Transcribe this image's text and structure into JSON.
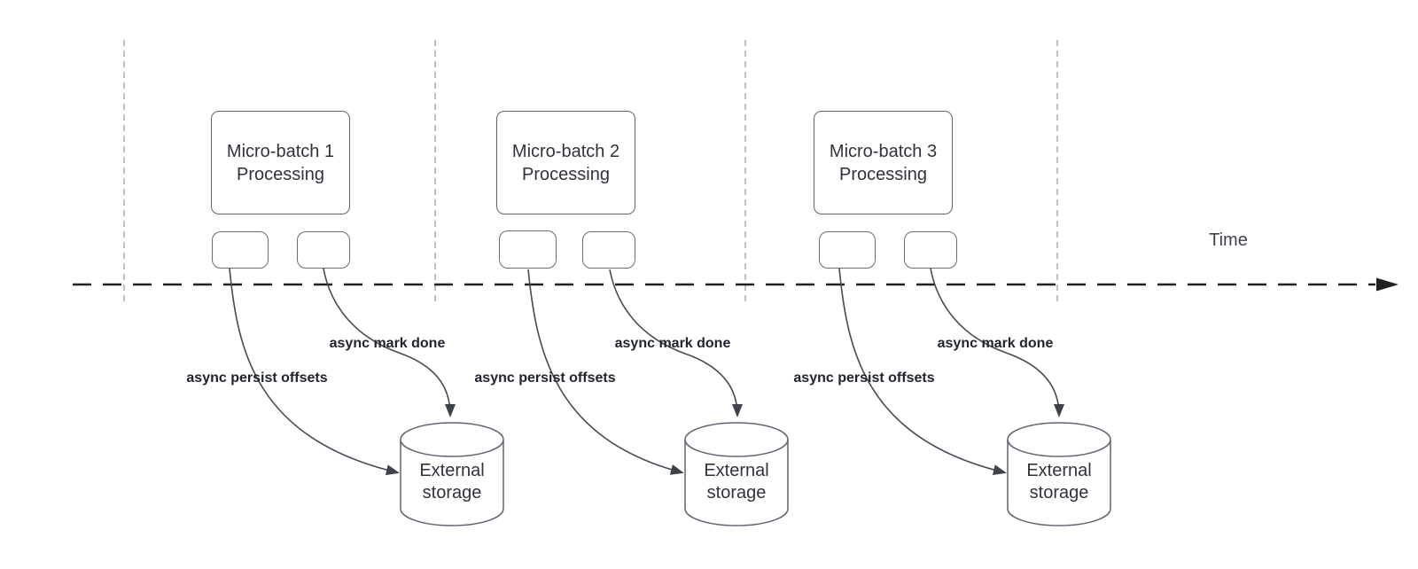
{
  "time_axis": {
    "label": "Time"
  },
  "groups": [
    {
      "processing_box": {
        "line1": "Micro-batch 1",
        "line2": "Processing"
      },
      "persist_arrow_label": "async persist offsets",
      "mark_done_arrow_label": "async mark done",
      "storage": {
        "line1": "External",
        "line2": "storage"
      }
    },
    {
      "processing_box": {
        "line1": "Micro-batch 2",
        "line2": "Processing"
      },
      "persist_arrow_label": "async persist offsets",
      "mark_done_arrow_label": "async mark done",
      "storage": {
        "line1": "External",
        "line2": "storage"
      }
    },
    {
      "processing_box": {
        "line1": "Micro-batch 3",
        "line2": "Processing"
      },
      "persist_arrow_label": "async persist offsets",
      "mark_done_arrow_label": "async mark done",
      "storage": {
        "line1": "External",
        "line2": "storage"
      }
    }
  ],
  "colors": {
    "shape_border": "#5f6570",
    "shape_text": "#2f333b",
    "arrow_stroke": "#454a55",
    "bold_label_text": "#20242c",
    "timeline": "#212121",
    "divider": "#b0b0b4"
  }
}
